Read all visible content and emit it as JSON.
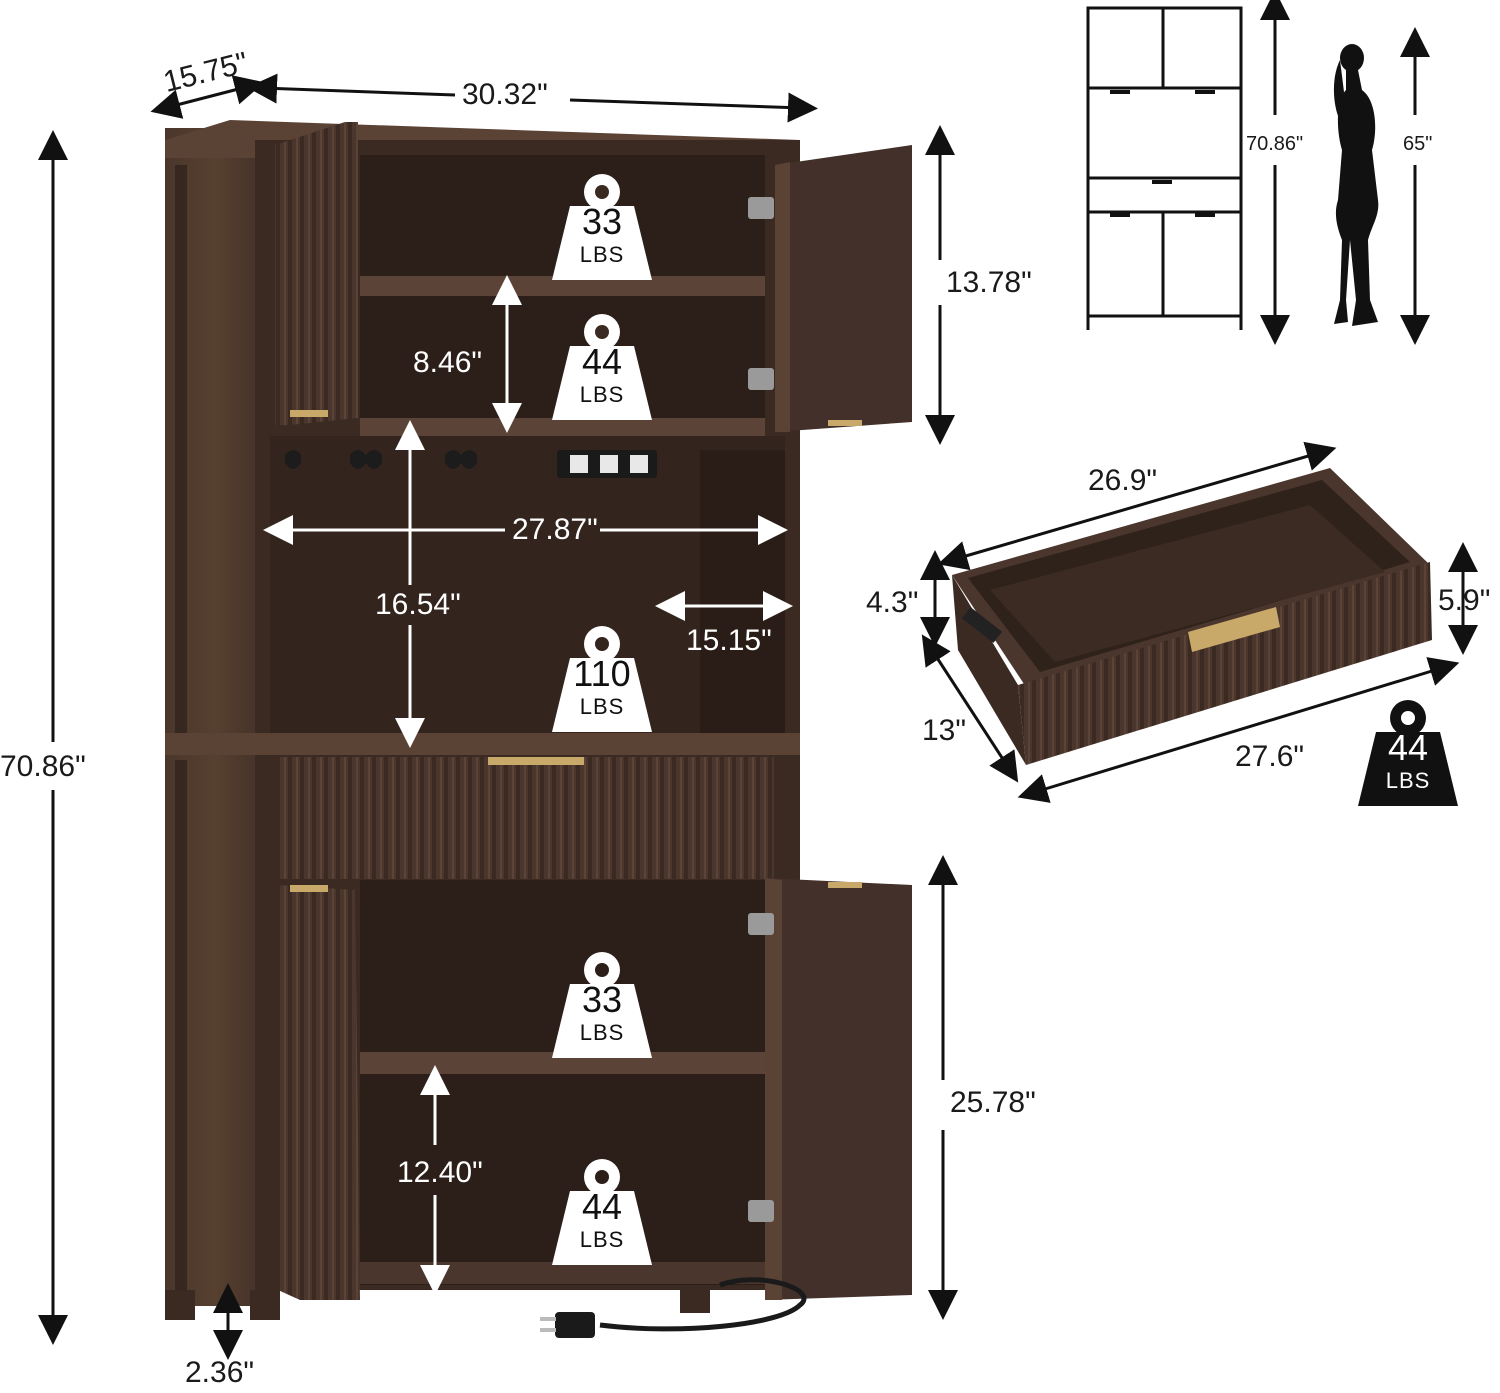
{
  "dimensions": {
    "depth_top": "15.75\"",
    "width_top": "30.32\"",
    "total_height_left": "70.86\"",
    "upper_cabinet_height": "13.78\"",
    "upper_shelf_gap": "8.46\"",
    "open_width": "27.87\"",
    "open_height": "16.54\"",
    "open_depth": "15.15\"",
    "lower_cabinet_height": "25.78\"",
    "lower_shelf_gap": "12.40\"",
    "leg_height": "2.36\""
  },
  "outline_figure": {
    "height": "70.86\"",
    "person_height": "65\""
  },
  "drawer": {
    "inner_width": "26.9\"",
    "inner_height": "4.3\"",
    "front_height": "5.9\"",
    "depth": "13\"",
    "outer_width": "27.6\""
  },
  "weights": {
    "unit": "LBS",
    "upper_top": "33",
    "upper_bottom": "44",
    "open_shelf": "110",
    "lower_top": "33",
    "lower_bottom": "44",
    "drawer": "44"
  },
  "colors": {
    "wood_dark": "#3b2a22",
    "wood_mid": "#4e392e",
    "wood_light": "#6a5143",
    "interior": "#2c1f19",
    "brass": "#c9a96a",
    "line": "#111111"
  }
}
